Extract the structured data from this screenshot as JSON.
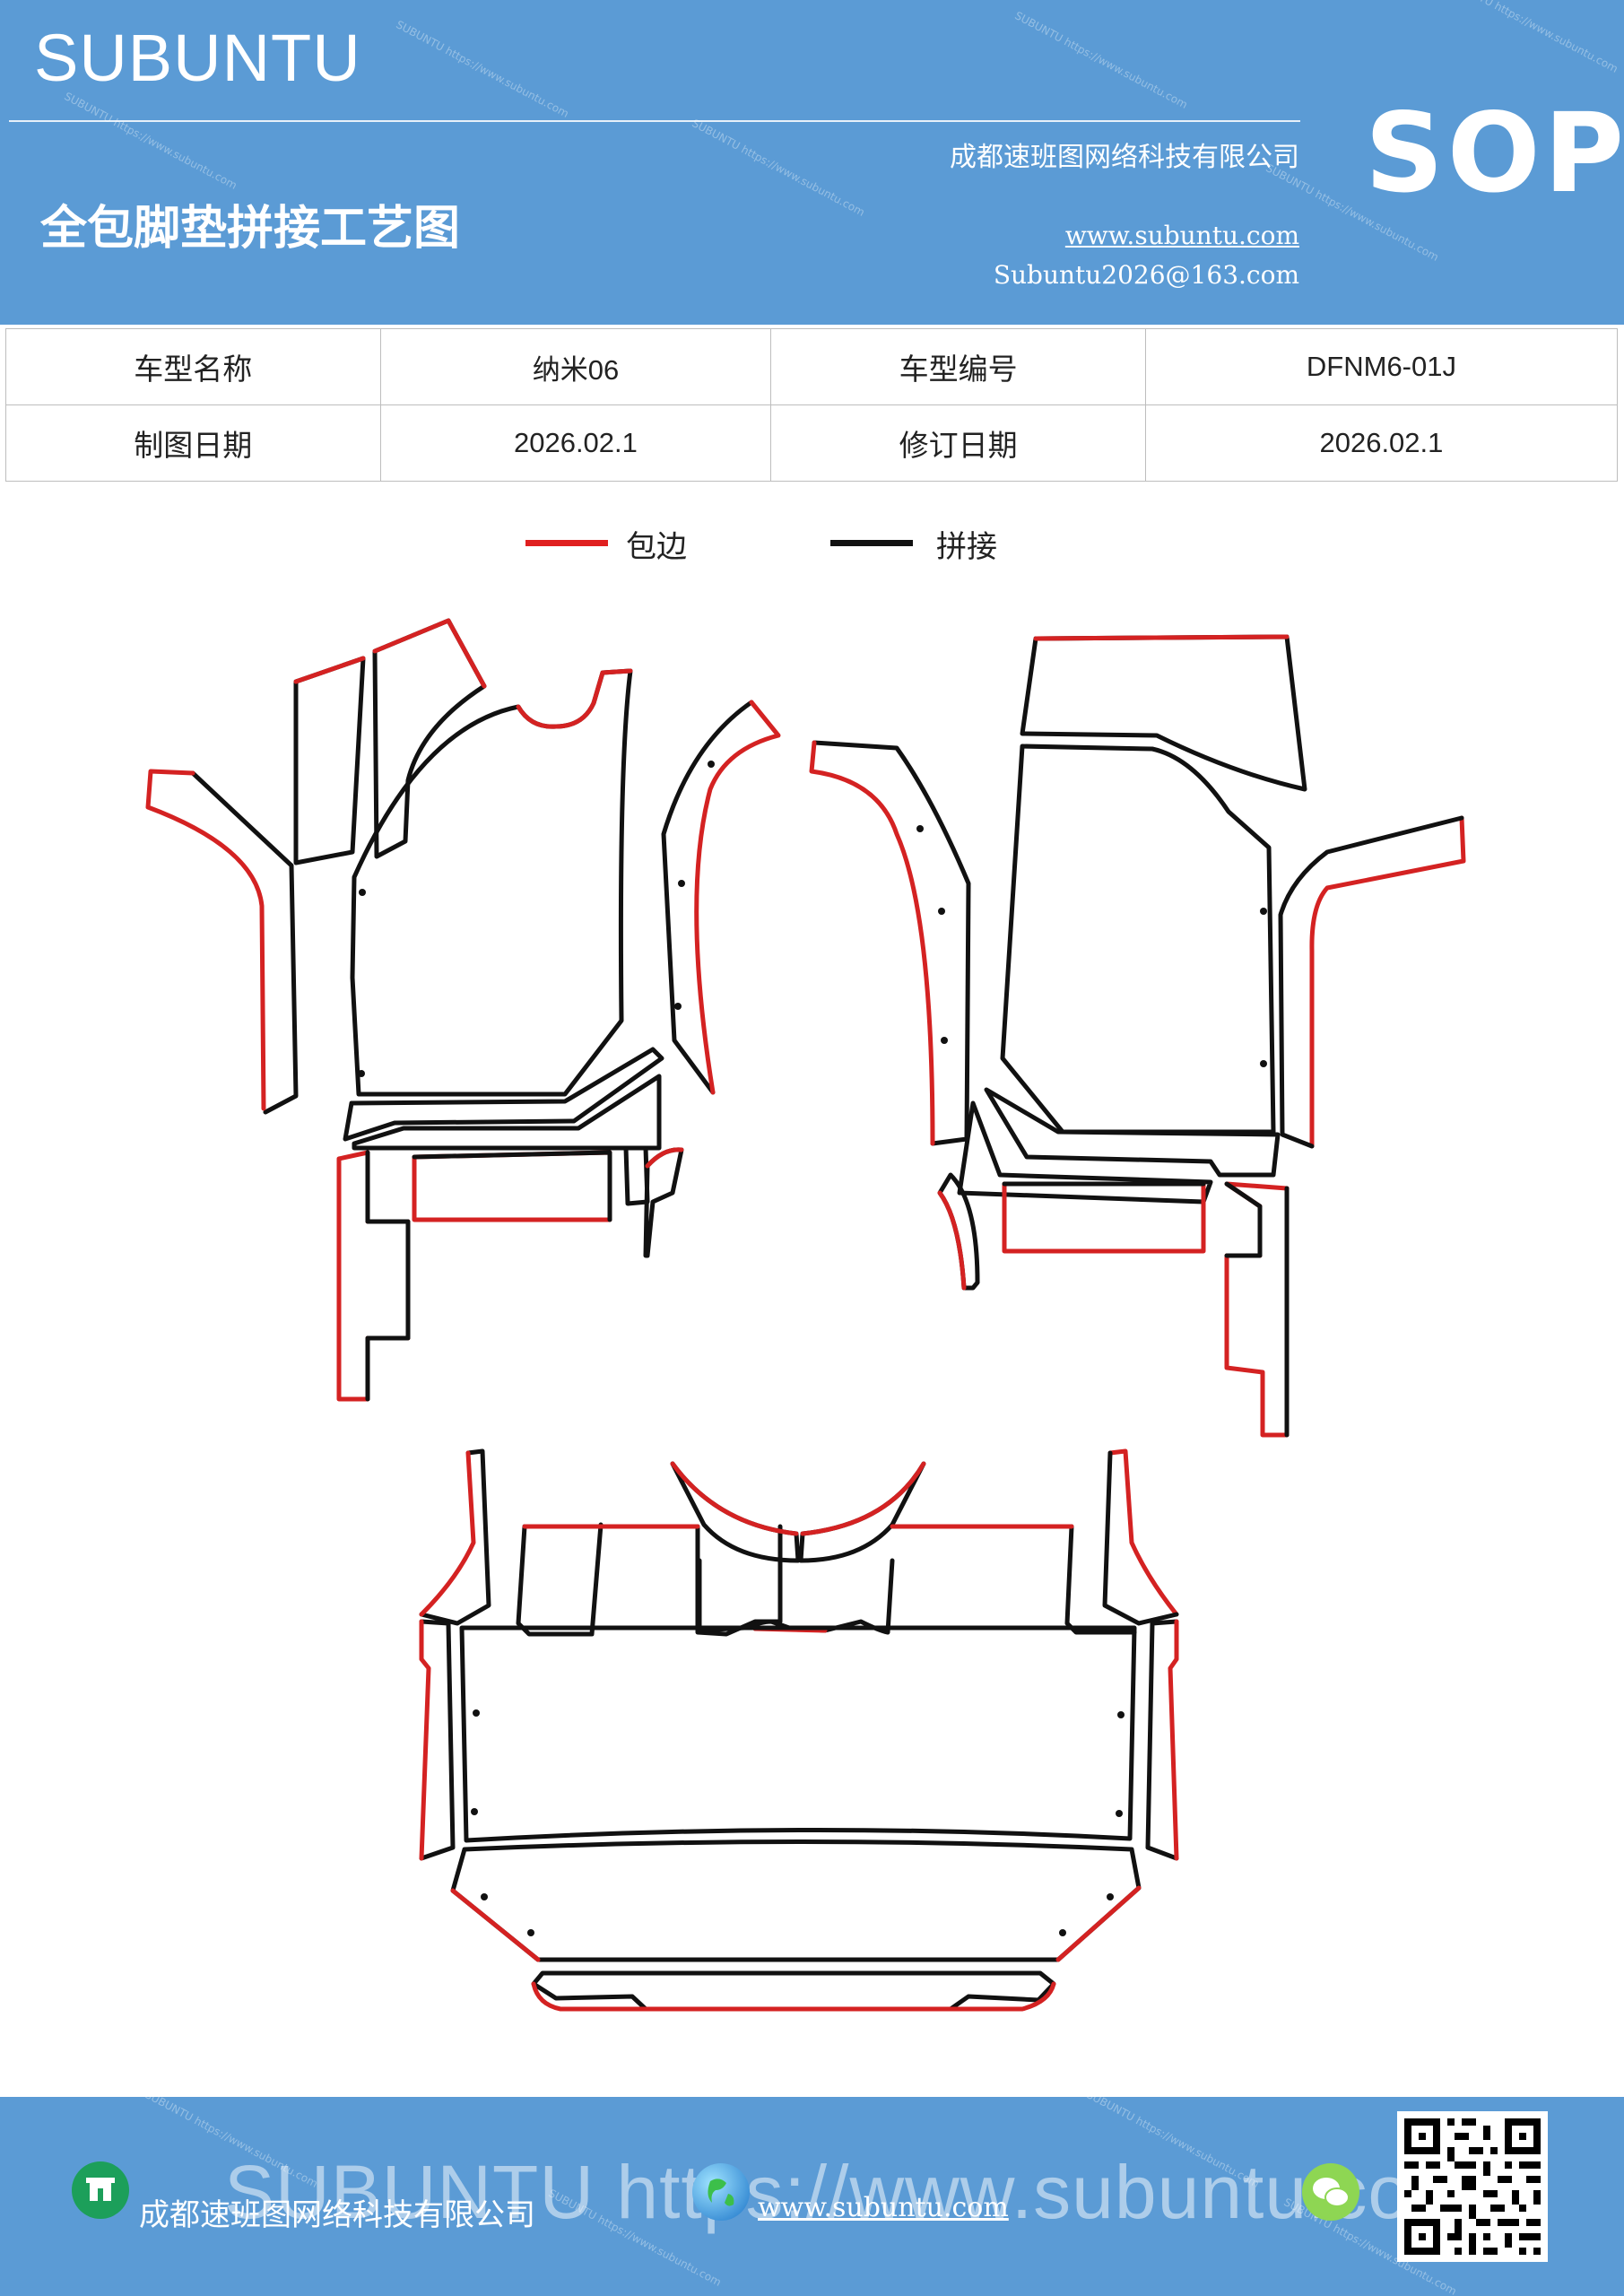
{
  "header": {
    "brand": "SUBUNTU",
    "company": "成都速班图网络科技有限公司",
    "title": "全包脚垫拼接工艺图",
    "website": "www.subuntu.com",
    "email": "Subuntu2026@163.com",
    "badge": "SOP",
    "watermark": "SUBUNTU https://www.subuntu.com"
  },
  "info_table": {
    "row1": {
      "label1": "车型名称",
      "value1": "纳米06",
      "label2": "车型编号",
      "value2": "DFNM6-01J"
    },
    "row2": {
      "label1": "制图日期",
      "value1": "2026.02.1",
      "label2": "修订日期",
      "value2": "2026.02.1"
    }
  },
  "legend": [
    {
      "label": "包边",
      "color": "#e02020"
    },
    {
      "label": "拼接",
      "color": "#111111"
    }
  ],
  "colors": {
    "brand_blue": "#5b9bd5",
    "edge_red": "#d42222",
    "seam_black": "#111111"
  },
  "footer": {
    "company": "成都速班图网络科技有限公司",
    "website": "www.subuntu.com",
    "watermark_url": "SUBUNTU https://www.subuntu.com",
    "icons": [
      "company-icon",
      "globe-icon",
      "wechat-icon",
      "qr-code"
    ]
  }
}
